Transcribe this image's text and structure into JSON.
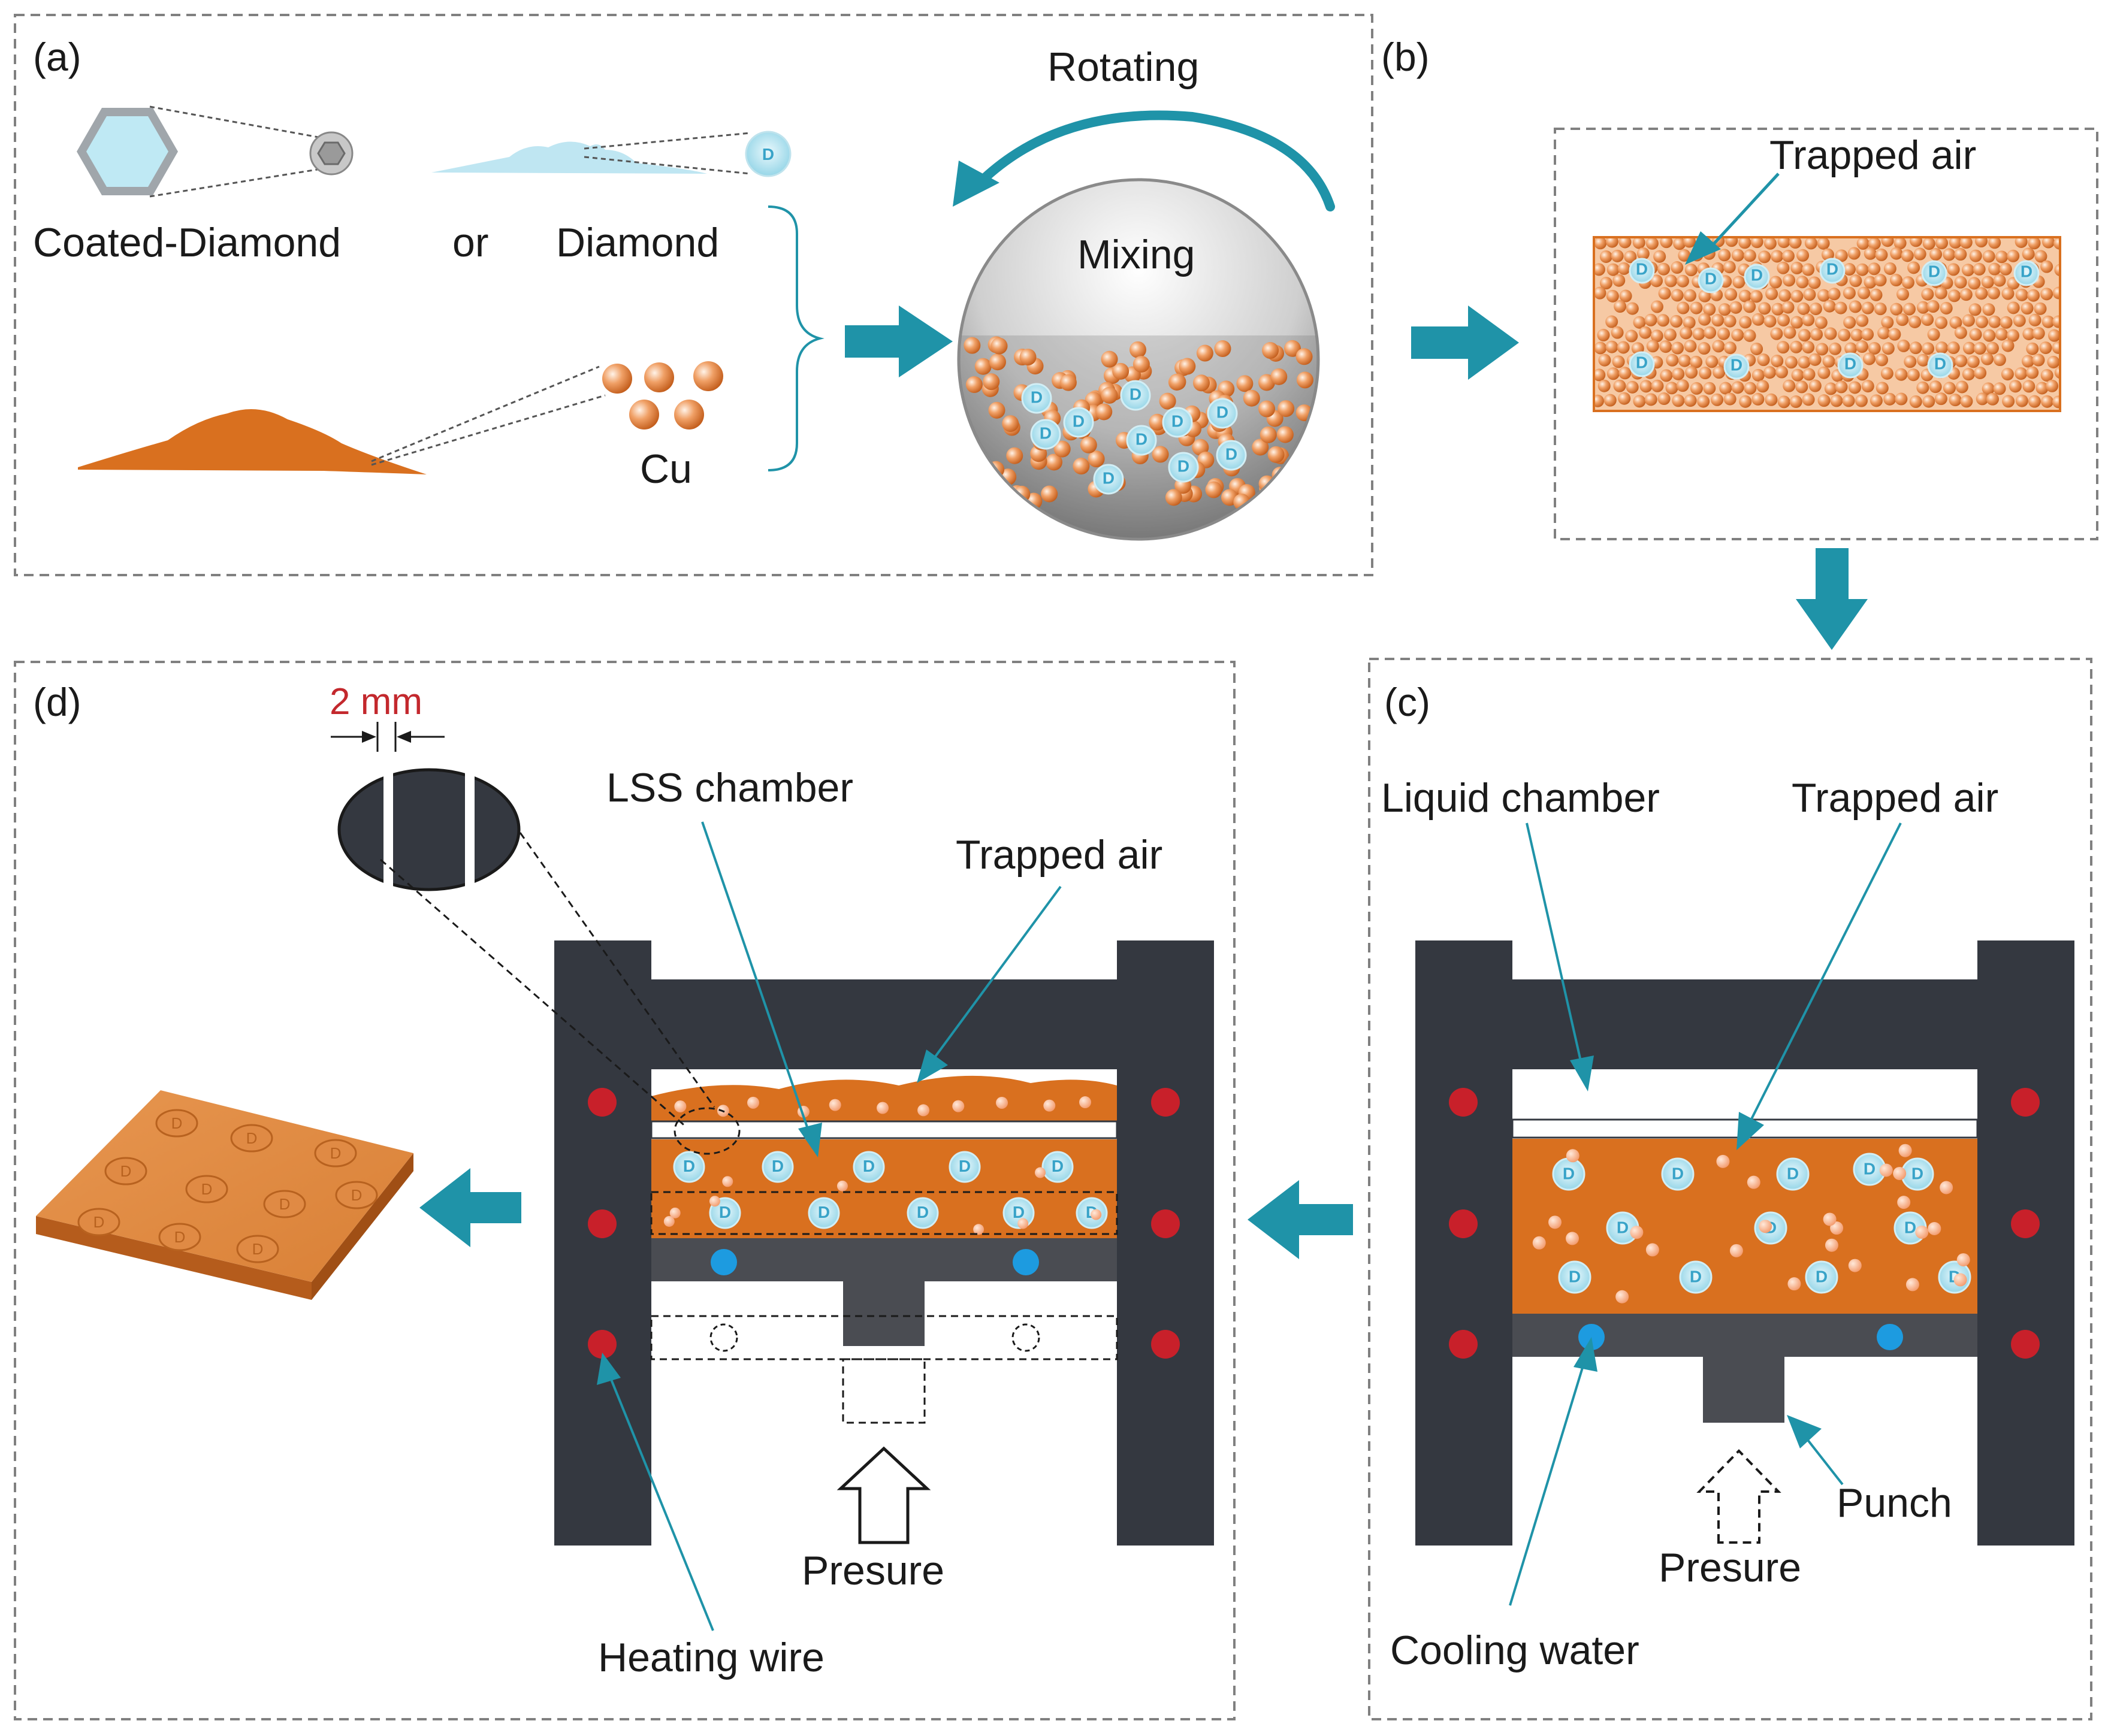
{
  "panels": {
    "a": {
      "tag": "(a)",
      "coated_diamond": "Coated-Diamond",
      "or": "or",
      "diamond": "Diamond",
      "cu": "Cu",
      "rotating": "Rotating",
      "mixing": "Mixing",
      "diamond_letter": "D"
    },
    "b": {
      "tag": "(b)",
      "trapped_air": "Trapped air"
    },
    "c": {
      "tag": "(c)",
      "liquid_chamber": "Liquid chamber",
      "trapped_air": "Trapped air",
      "punch": "Punch",
      "pressure": "Presure",
      "cooling_water": "Cooling water"
    },
    "d": {
      "tag": "(d)",
      "dimension": "2 mm",
      "lss_chamber": "LSS chamber",
      "trapped_air": "Trapped air",
      "pressure": "Presure",
      "heating_wire": "Heating wire"
    }
  },
  "colors": {
    "copper": "#d9701f",
    "copper_light": "#f2a46a",
    "frame": "#343840",
    "arrow": "#1f93a8",
    "diamond": "#bde8f2",
    "heating_dot": "#c8202a",
    "cooling_dot": "#1d9be0",
    "dash_border": "#808080"
  }
}
